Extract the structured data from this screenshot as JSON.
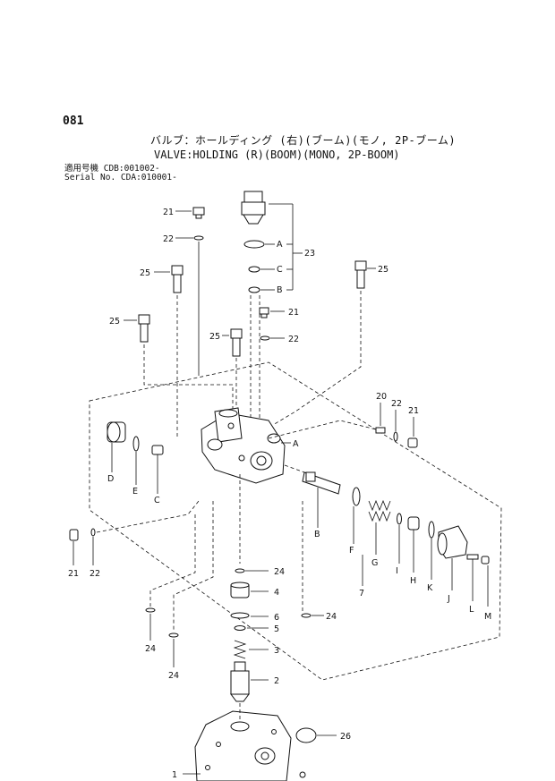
{
  "header": {
    "page_number": "081",
    "title_jp": "バルブ：ホールディング (右)(ブーム)(モノ, 2P-ブーム)",
    "title_en": "VALVE:HOLDING (R)(BOOM)(MONO, 2P-BOOM)",
    "serial_line1": "適用号機 CDB:001002-",
    "serial_line2": "Serial No. CDA:010001-"
  },
  "callouts": {
    "n1": "1",
    "n2": "2",
    "n3": "3",
    "n4": "4",
    "n5": "5",
    "n6": "6",
    "n7": "7",
    "n20": "20",
    "n21": "21",
    "n22": "22",
    "n23": "23",
    "n24": "24",
    "n25": "25",
    "n26": "26",
    "A": "A",
    "B": "B",
    "C": "C",
    "D": "D",
    "E": "E",
    "F": "F",
    "G": "G",
    "H": "H",
    "I": "I",
    "J": "J",
    "K": "K",
    "L": "L",
    "M": "M"
  }
}
